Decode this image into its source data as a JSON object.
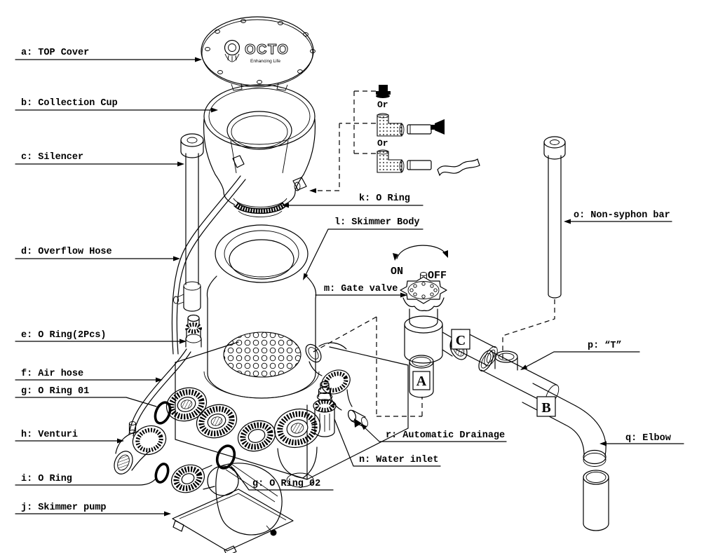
{
  "diagram": {
    "background": "#ffffff",
    "line_color": "#000000",
    "brand": {
      "name": "OCTO",
      "tagline": "Enhancing Life"
    },
    "parts": {
      "a": "a: TOP Cover",
      "b": "b: Collection Cup",
      "c": "c: Silencer",
      "d": "d: Overflow Hose",
      "e": "e: O Ring(2Pcs)",
      "f": "f: Air hose",
      "g1": "g: O Ring 01",
      "g2": "g: O Ring 02",
      "h": "h: Venturi",
      "i": "i: O Ring",
      "j": "j: Skimmer pump",
      "k": "k: O Ring",
      "l": "l: Skimmer Body",
      "m": "m: Gate valve",
      "n": "n: Water inlet",
      "o": "o: Non-syphon bar",
      "p": "p: “T”",
      "q": "q: Elbow",
      "r": "r: Automatic Drainage"
    },
    "pipe_markers": {
      "A": "A",
      "B": "B",
      "C": "C"
    },
    "valve": {
      "on": "ON",
      "off": "OFF"
    },
    "or_label": "Or"
  }
}
